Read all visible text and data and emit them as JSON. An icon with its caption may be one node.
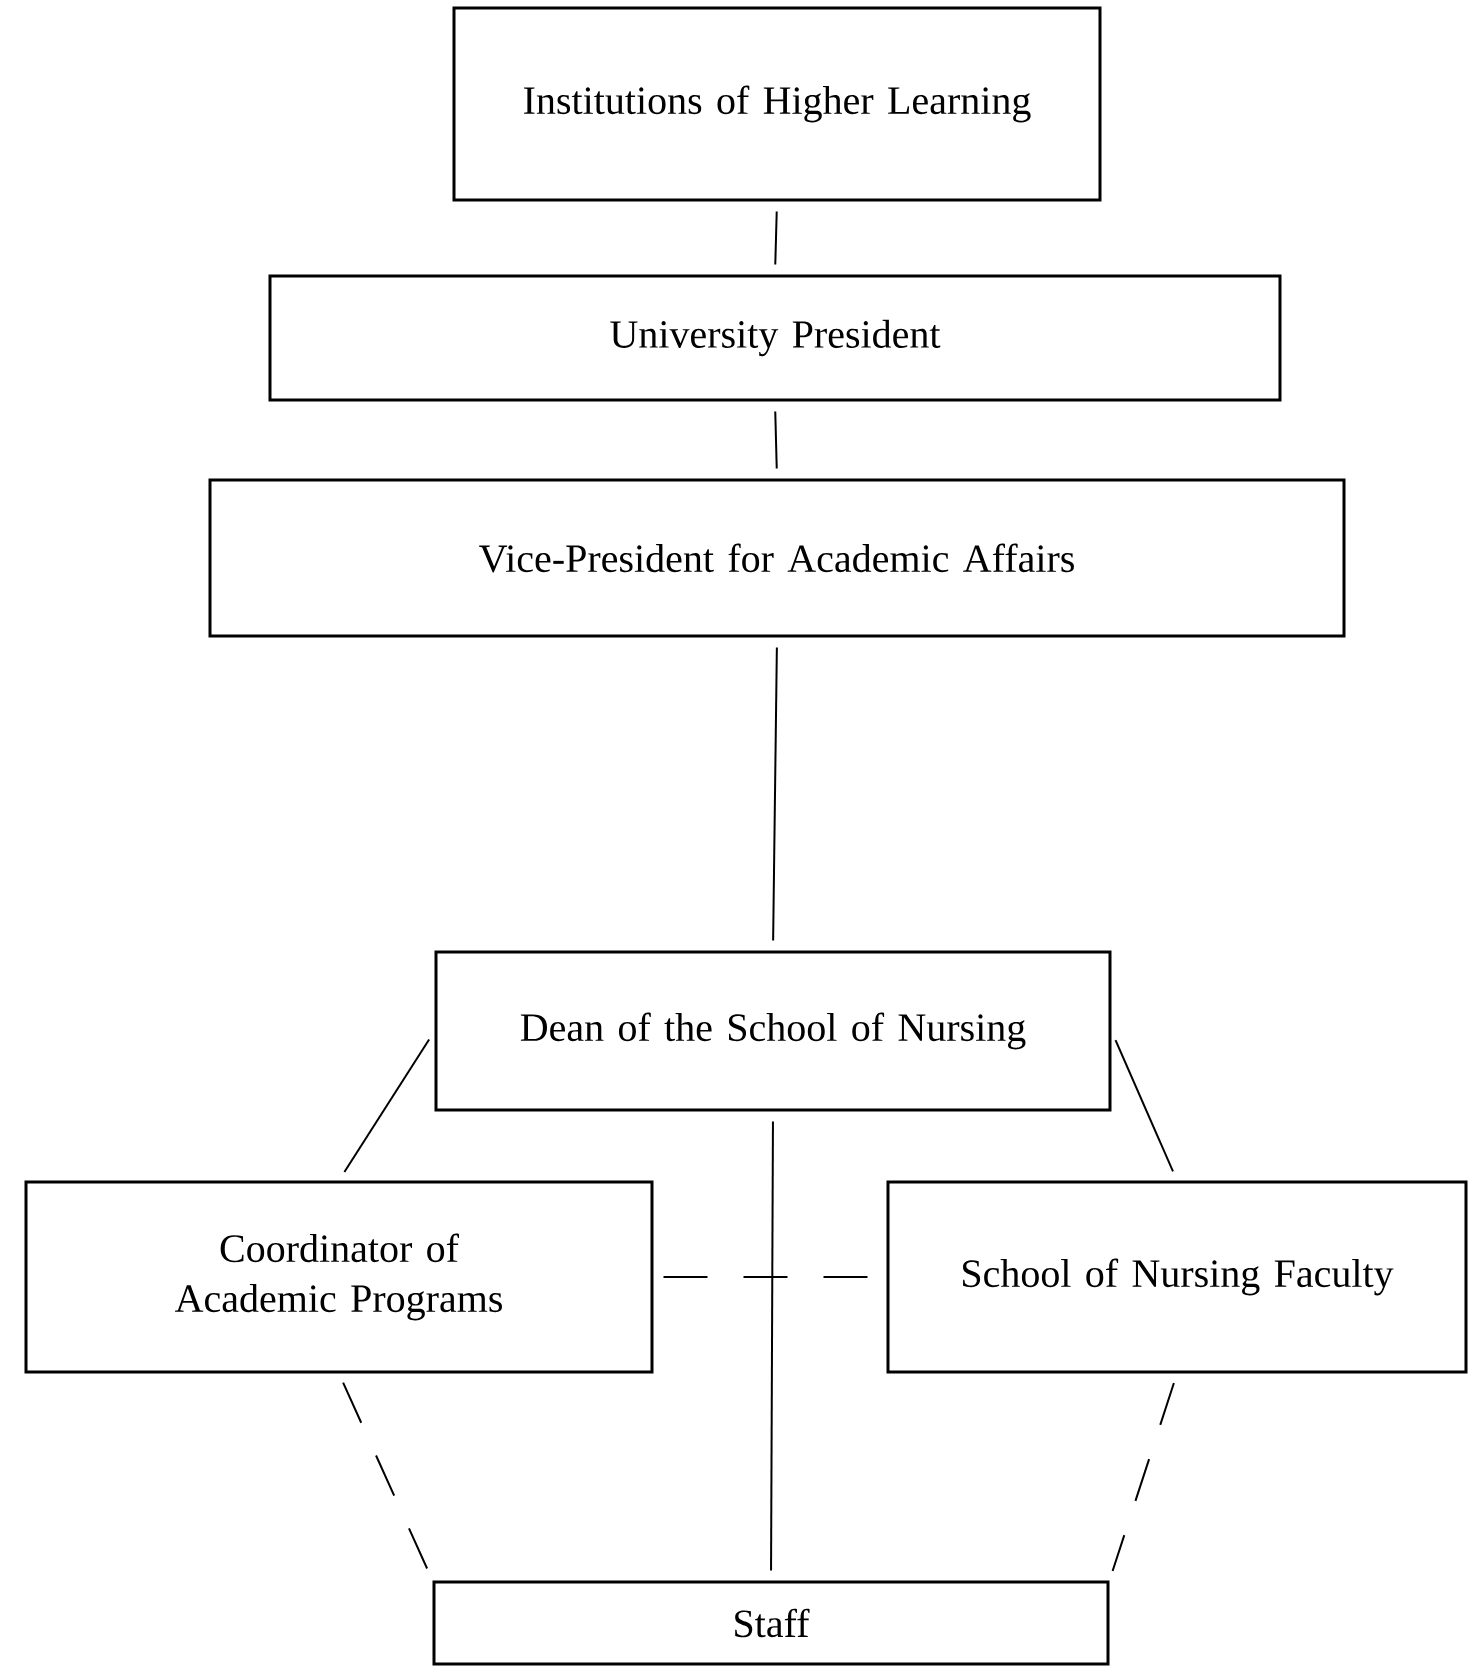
{
  "diagram": {
    "nodes": [
      {
        "text": [
          "Institutions of Higher Learning"
        ]
      },
      {
        "text": [
          "University President"
        ]
      },
      {
        "text": [
          "Vice-President for Academic Affairs"
        ]
      },
      {
        "text": [
          "Dean of the School of Nursing"
        ]
      },
      {
        "text": [
          "Coordinator of Academic Programs"
        ]
      },
      {
        "text": [
          "School of Nursing Faculty"
        ]
      },
      {
        "text": [
          "Staff"
        ]
      }
    ],
    "edges": [
      {
        "from": 0,
        "to": 1,
        "arrow": "none"
      },
      {
        "from": 1,
        "to": 2,
        "arrow": "none"
      },
      {
        "from": 2,
        "to": 3,
        "arrow": "none"
      },
      {
        "from": 3,
        "to": 4,
        "arrow": "none"
      },
      {
        "from": 3,
        "to": 5,
        "arrow": "none"
      },
      {
        "from": 4,
        "to": 5,
        "arrow": "none",
        "style": "dashed"
      },
      {
        "from": 3,
        "to": 6,
        "arrow": "none"
      },
      {
        "from": 4,
        "to": 6,
        "arrow": "none",
        "style": "dashed"
      },
      {
        "from": 5,
        "to": 6,
        "arrow": "none",
        "style": "dashed"
      }
    ]
  }
}
